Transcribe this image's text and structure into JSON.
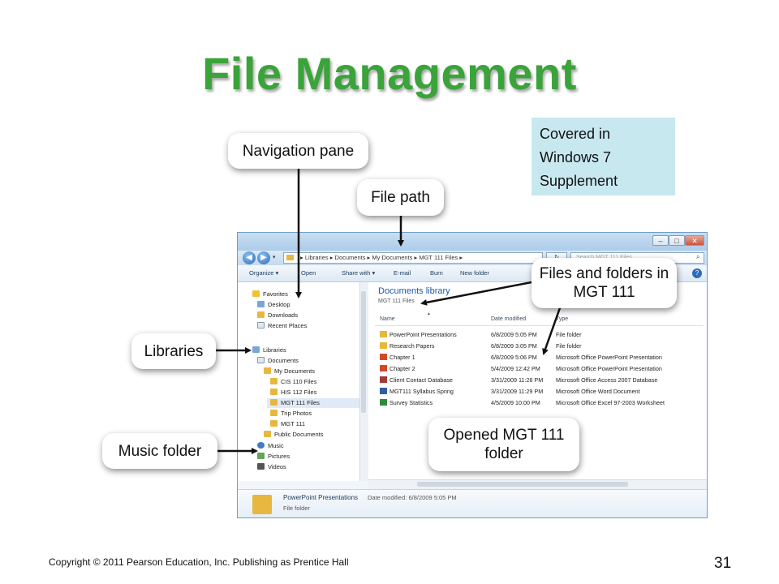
{
  "slide": {
    "title": "File Management",
    "supplement_note": "Covered in Windows 7 Supplement",
    "footer": "Copyright © 2011 Pearson Education, Inc. Publishing as Prentice Hall",
    "page_number": "31"
  },
  "callouts": {
    "navigation_pane": "Navigation pane",
    "file_path": "File path",
    "files_folders": "Files and folders in MGT 111",
    "libraries": "Libraries",
    "music_folder": "Music folder",
    "opened_folder": "Opened MGT 111 folder"
  },
  "explorer": {
    "window_buttons": [
      "–",
      "□",
      "✕"
    ],
    "address": "▸ Libraries ▸ Documents ▸ My Documents ▸ MGT 111 Files ▸",
    "search_placeholder": "Search MGT 111 Files",
    "toolbar": [
      "Organize ▾",
      "Open",
      "Share with ▾",
      "E-mail",
      "Burn",
      "New folder"
    ],
    "nav_items": [
      {
        "label": "Favorites",
        "icon": "star-icon"
      },
      {
        "label": "Desktop",
        "icon": "desktop-icon"
      },
      {
        "label": "Downloads",
        "icon": "downloads-icon"
      },
      {
        "label": "Recent Places",
        "icon": "recent-places-icon"
      },
      {
        "label": "Libraries",
        "icon": "libraries-icon"
      },
      {
        "label": "Documents",
        "icon": "documents-icon"
      },
      {
        "label": "My Documents",
        "icon": "folder-icon"
      },
      {
        "label": "CIS 110 Files",
        "icon": "folder-icon"
      },
      {
        "label": "HIS 112 Files",
        "icon": "folder-icon"
      },
      {
        "label": "MGT 111 Files",
        "icon": "folder-icon"
      },
      {
        "label": "Trip Photos",
        "icon": "folder-icon"
      },
      {
        "label": "MGT 111",
        "icon": "folder-icon"
      },
      {
        "label": "Public Documents",
        "icon": "folder-icon"
      },
      {
        "label": "Music",
        "icon": "music-icon"
      },
      {
        "label": "Pictures",
        "icon": "pictures-icon"
      },
      {
        "label": "Videos",
        "icon": "videos-icon"
      }
    ],
    "library_title": "Documents library",
    "library_subtitle": "MGT 111 Files",
    "columns": [
      "Name",
      "Date modified",
      "Type"
    ],
    "files": [
      {
        "name": "PowerPoint Presentations",
        "date": "6/8/2009 5:05 PM",
        "type": "File folder",
        "icon": "folder-icon"
      },
      {
        "name": "Research Papers",
        "date": "6/8/2009 3:05 PM",
        "type": "File folder",
        "icon": "folder-icon"
      },
      {
        "name": "Chapter 1",
        "date": "6/8/2009 5:06 PM",
        "type": "Microsoft Office PowerPoint Presentation",
        "icon": "powerpoint-icon"
      },
      {
        "name": "Chapter 2",
        "date": "5/4/2009 12:42 PM",
        "type": "Microsoft Office PowerPoint Presentation",
        "icon": "powerpoint-icon"
      },
      {
        "name": "Client Contact Database",
        "date": "3/31/2009 11:28 PM",
        "type": "Microsoft Office Access 2007 Database",
        "icon": "access-icon"
      },
      {
        "name": "MGT111 Syllabus Spring",
        "date": "3/31/2009 11:29 PM",
        "type": "Microsoft Office Word Document",
        "icon": "word-icon"
      },
      {
        "name": "Survey Statistics",
        "date": "4/5/2009 10:00 PM",
        "type": "Microsoft Office Excel 97-2003 Worksheet",
        "icon": "excel-icon"
      }
    ],
    "details": {
      "name": "PowerPoint Presentations",
      "meta": "Date modified: 6/8/2009 5:05 PM",
      "kind": "File folder"
    }
  },
  "colors": {
    "title": "#3aa33a",
    "note_box": "#c8e8f0",
    "window_frame": "#6f9ec9",
    "link_blue": "#1e5aa8"
  }
}
